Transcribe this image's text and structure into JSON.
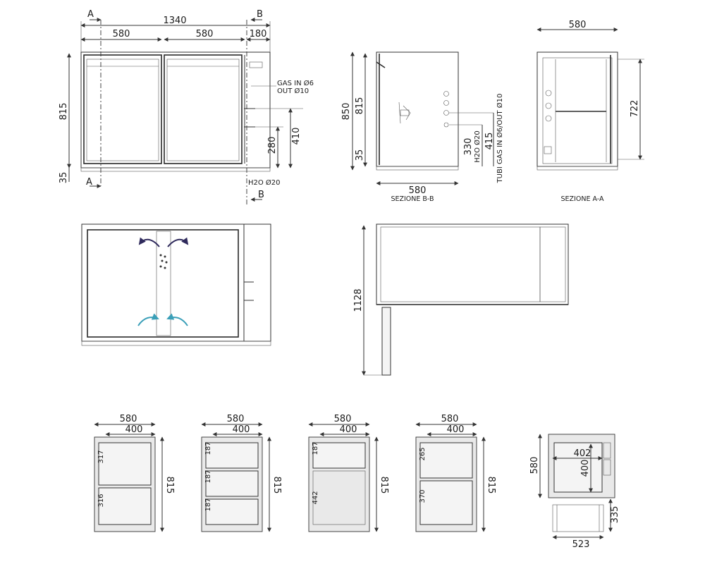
{
  "front": {
    "dims": {
      "width": "1340",
      "left": "580",
      "mid": "580",
      "right": "180",
      "height": "815",
      "base": "35",
      "h410": "410",
      "h280": "280"
    },
    "labels": {
      "gas": "GAS IN Ø6",
      "out": "OUT Ø10",
      "h2o": "H2O Ø20"
    },
    "section": {
      "a": "A",
      "b": "B"
    }
  },
  "side_bb": {
    "dims": {
      "h850": "850",
      "h815": "815",
      "h35": "35",
      "w580": "580",
      "v330": "330",
      "v415": "415"
    },
    "labels": {
      "h2o": "H2O Ø20",
      "tubi": "TUBI GAS IN Ø6/OUT Ø10"
    },
    "caption": "SEZIONE B-B"
  },
  "side_aa": {
    "dims": {
      "w580": "580",
      "h722": "722"
    },
    "caption": "SEZIONE A-A"
  },
  "plan": {
    "dims": {
      "h1128": "1128"
    }
  },
  "sections": [
    {
      "w580": "580",
      "w400": "400",
      "h815": "815",
      "parts": [
        "317",
        "316"
      ]
    },
    {
      "w580": "580",
      "w400": "400",
      "h815": "815",
      "parts": [
        "187",
        "187",
        "187"
      ]
    },
    {
      "w580": "580",
      "w400": "400",
      "h815": "815",
      "parts": [
        "187",
        "442"
      ]
    },
    {
      "w580": "580",
      "w400": "400",
      "h815": "815",
      "parts": [
        "265",
        "370"
      ]
    }
  ],
  "detail": {
    "dims": {
      "h580": "580",
      "w402": "402",
      "h400": "400",
      "h335": "335",
      "w523": "523"
    }
  },
  "colors": {
    "arrow_out": "#2f2a5c",
    "arrow_in": "#3a9fb8"
  }
}
